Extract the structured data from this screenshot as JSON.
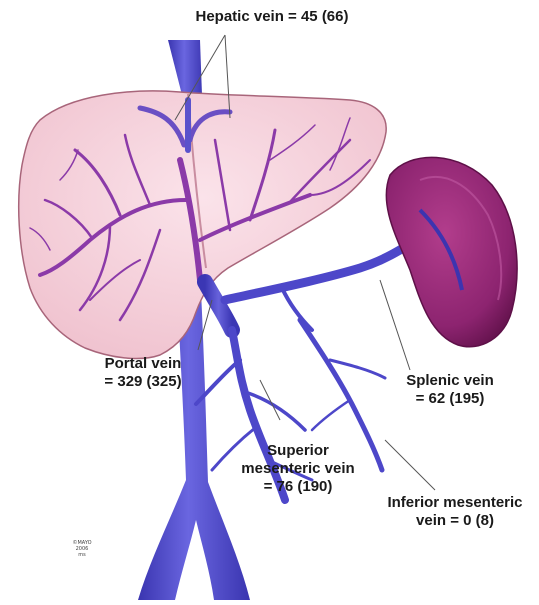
{
  "labels": {
    "hepatic_vein": "Hepatic vein = 45 (66)",
    "portal_vein_line1": "Portal vein",
    "portal_vein_line2": "= 329 (325)",
    "splenic_vein_line1": "Splenic vein",
    "splenic_vein_line2": "= 62 (195)",
    "superior_mesenteric_line1": "Superior",
    "superior_mesenteric_line2": "mesenteric vein",
    "superior_mesenteric_line3": "= 76 (190)",
    "inferior_mesenteric_line1": "Inferior mesenteric",
    "inferior_mesenteric_line2": "vein = 0 (8)"
  },
  "copyright": {
    "line1": "©MAYO",
    "line2": "2006",
    "line3": "ms"
  },
  "colors": {
    "liver_fill": "#f6d3dc",
    "liver_outline": "#a8657a",
    "portal_branch": "#8b3aa8",
    "vein_blue": "#4d47c9",
    "vein_dark": "#2c2896",
    "spleen_fill": "#9c2e78",
    "spleen_dark": "#5e1048"
  }
}
